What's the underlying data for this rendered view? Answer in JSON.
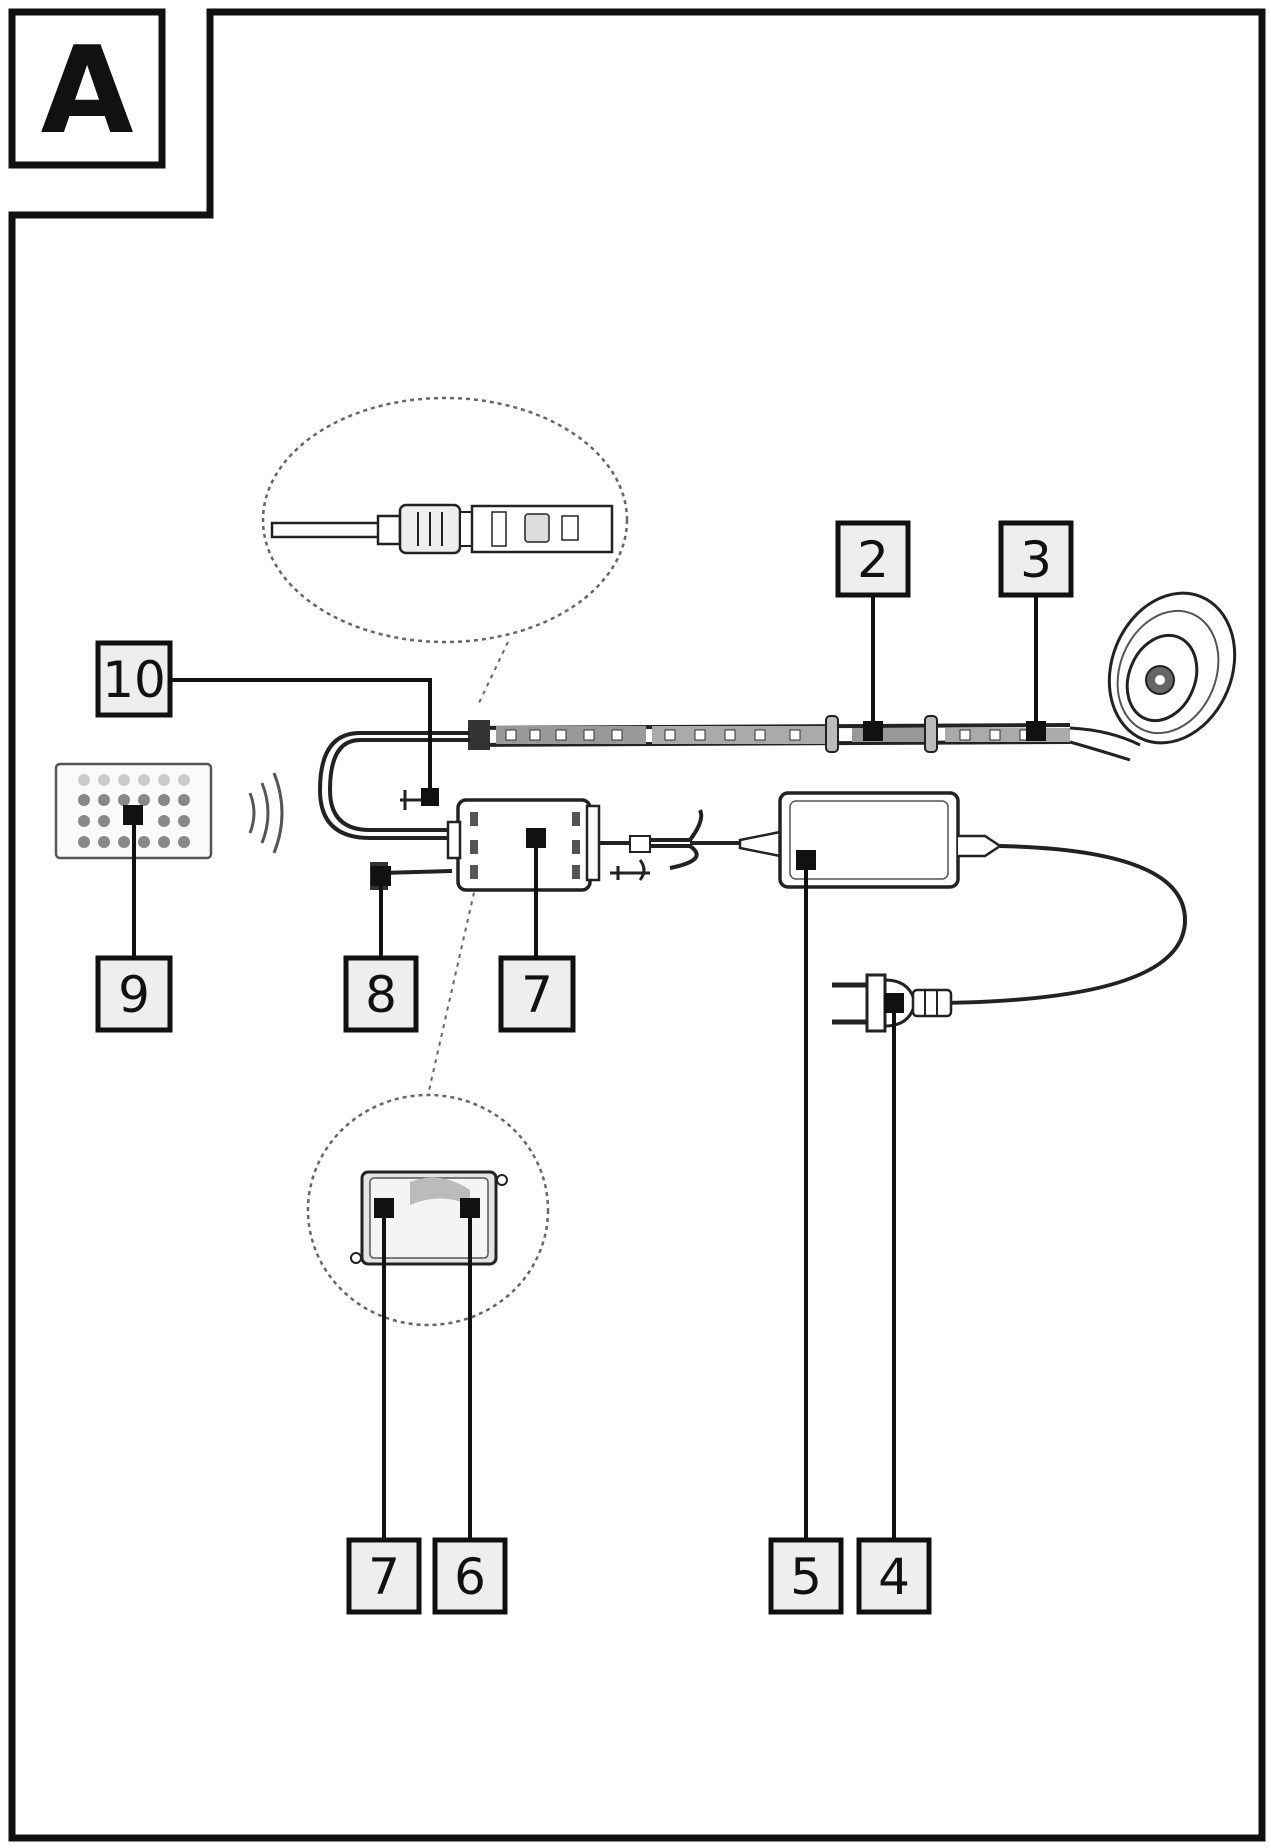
{
  "figure": {
    "panel_letter": "A",
    "callouts": {
      "c2": "2",
      "c3": "3",
      "c4": "4",
      "c5": "5",
      "c6": "6",
      "c7_controller": "7",
      "c7_detail": "7",
      "c8": "8",
      "c9": "9",
      "c10": "10"
    }
  }
}
